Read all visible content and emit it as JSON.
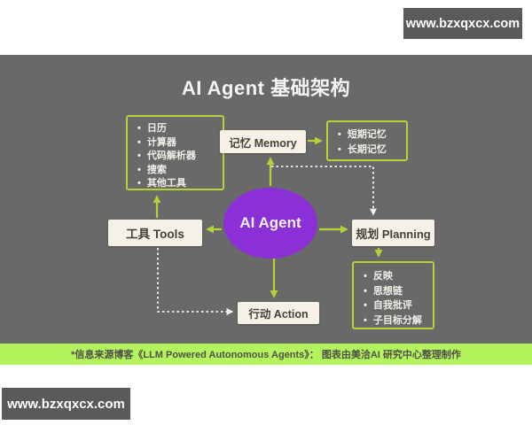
{
  "watermarks": {
    "top": "www.bzxqxcx.com",
    "bottom": "www.bzxqxcx.com"
  },
  "title": "AI Agent 基础架构",
  "footer": {
    "note": "*信息来源博客《LLM Powered Autonomous Agents》： 图表由美洽AI 研究中心整理制作"
  },
  "diagram": {
    "agent": "AI Agent",
    "memory": "记忆 Memory",
    "tools": "工具 Tools",
    "planning": "规划 Planning",
    "action": "行动 Action",
    "tool_items": [
      "日历",
      "计算器",
      "代码解析器",
      "搜索",
      "其他工具"
    ],
    "memory_items": [
      "短期记忆",
      "长期记忆"
    ],
    "planning_items": [
      "反映",
      "思想链",
      "自我批评",
      "子目标分解"
    ]
  },
  "colors": {
    "panel_bg": "#696969",
    "node_bg": "#f5f1e6",
    "accent_green": "#b3d435",
    "footer_green": "#b4f25e",
    "agent_purple": "#8b2fd6",
    "watermark_bg": "#5a5a5a",
    "dotted_white": "#f2f2f2"
  }
}
